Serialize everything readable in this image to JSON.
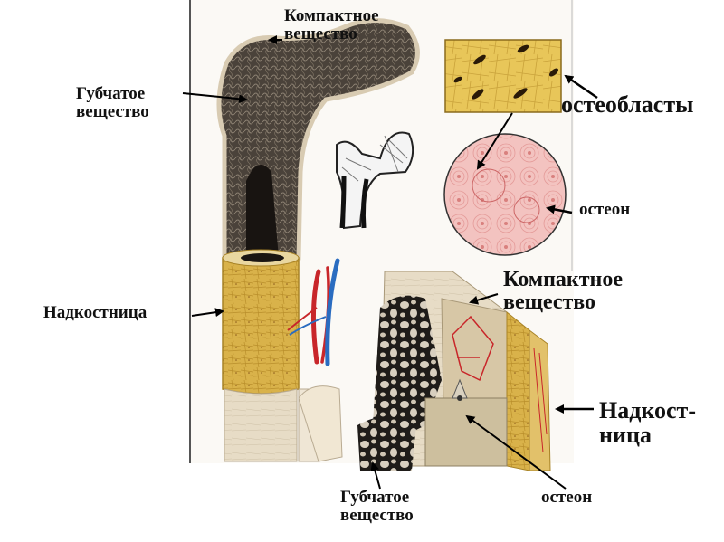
{
  "labels": {
    "compact_top_1": "Компактное",
    "compact_top_2": "вещество",
    "spongy_left_1": "Губчатое",
    "spongy_left_2": "вещество",
    "periosteum_left": "Надкостница",
    "osteoblasts": "остеобласты",
    "osteon_circle": "остеон",
    "compact_mid_1": "Компактное",
    "compact_mid_2": "вещество",
    "periosteum_right_1": "Надкост-",
    "periosteum_right_2": "ница",
    "spongy_bottom_1": "Губчатое",
    "spongy_bottom_2": "вещество",
    "osteon_bottom": "остеон"
  },
  "colors": {
    "spongy_dark": "#3a342e",
    "bone_pale": "#f1e7d3",
    "periosteum_gold": "#d9b24a",
    "lamellae_pink": "#f2b8b8",
    "osteocyte_yellow": "#e8c659",
    "vessel_red": "#c8262a",
    "vessel_blue": "#2a6cc0"
  }
}
